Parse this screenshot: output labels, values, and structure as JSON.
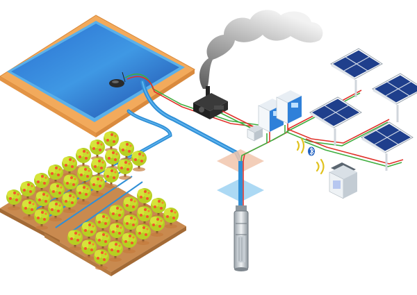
{
  "diagram": {
    "type": "solar-water-pumping-system",
    "components": [
      {
        "id": "reservoir",
        "icon": "water-reservoir-icon"
      },
      {
        "id": "float-switch",
        "icon": "float-switch-icon"
      },
      {
        "id": "generator",
        "icon": "diesel-generator-icon"
      },
      {
        "id": "controllers",
        "icon": "pump-controller-icon"
      },
      {
        "id": "junction-box",
        "icon": "junction-box-icon"
      },
      {
        "id": "solar-array",
        "icon": "solar-panel-icon"
      },
      {
        "id": "bluetooth",
        "icon": "bluetooth-icon"
      },
      {
        "id": "monitor-device",
        "icon": "remote-monitor-icon"
      },
      {
        "id": "well",
        "icon": "borehole-icon"
      },
      {
        "id": "submersible-pump",
        "icon": "submersible-pump-icon"
      },
      {
        "id": "orchard",
        "icon": "orchard-icon"
      }
    ],
    "colors": {
      "water": "#2f8fd6",
      "pipe": "#3aa0e0",
      "power_positive": "#e0322b",
      "power_negative": "#3fae3f",
      "ground": "#f0a958",
      "panel": "#1f3f8c",
      "tree_canopy": "#c6d92a",
      "fruit": "#f2552c",
      "smoke": "#9a9a9a"
    }
  }
}
